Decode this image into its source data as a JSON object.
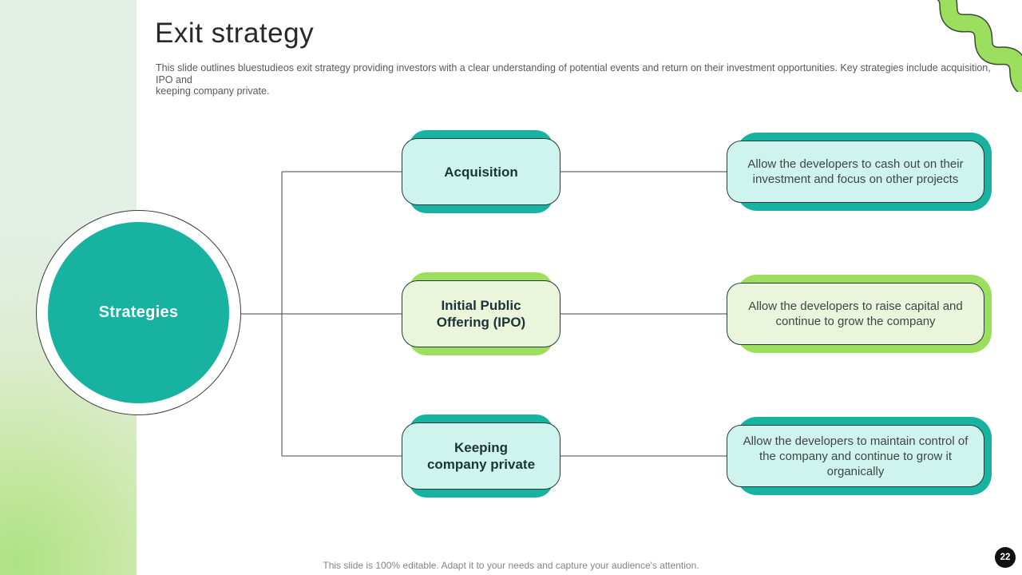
{
  "slide": {
    "title": "Exit strategy",
    "subtitle_line1": "This slide outlines bluestudieos exit strategy providing investors with a clear understanding of potential events and return on their investment opportunities. Key strategies include acquisition, IPO and",
    "subtitle_line2": "keeping company private.",
    "footer": "This slide is 100% editable. Adapt it to your needs and capture your audience's attention.",
    "page_number": "22"
  },
  "diagram": {
    "hub_label": "Strategies",
    "rows": [
      {
        "label": "Acquisition",
        "label_lines": [
          "Acquisition",
          ""
        ],
        "description": "Allow the developers to cash out on their investment and focus on other projects",
        "accent": "teal"
      },
      {
        "label": "Initial Public Offering (IPO)",
        "label_lines": [
          "Initial Public",
          "Offering (IPO)"
        ],
        "description": "Allow the developers to raise capital and continue to grow the company",
        "accent": "green"
      },
      {
        "label": "Keeping company private",
        "label_lines": [
          "Keeping",
          "company private"
        ],
        "description": "Allow the developers to maintain control of the company and continue to grow it organically",
        "accent": "teal"
      }
    ]
  },
  "theme": {
    "teal": "#17b3a0",
    "teal_light": "#cff4ee",
    "green": "#9cde5d",
    "green_light": "#eaf5dc",
    "strip_green": "#e4efe6",
    "glow_green": "#aee284",
    "connector_line": "#454545",
    "badge_bg": "#101010"
  }
}
